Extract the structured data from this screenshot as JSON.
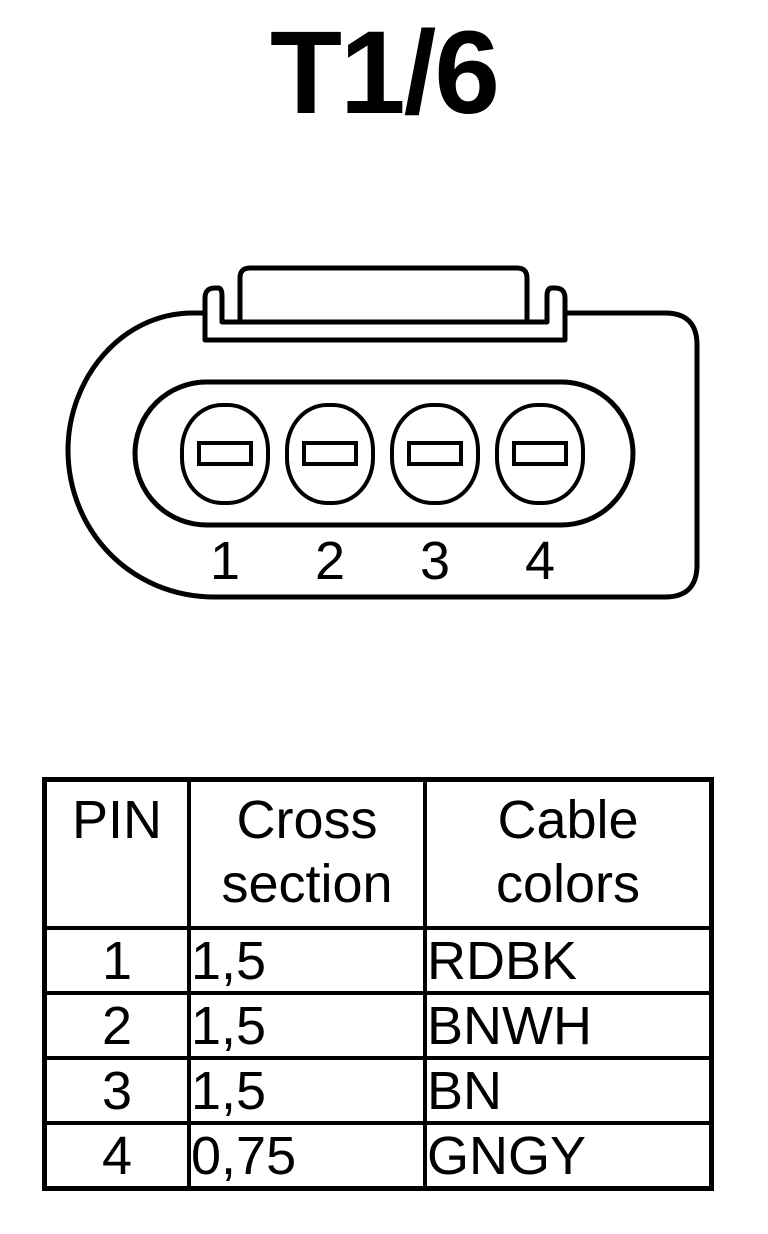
{
  "title": "T1/6",
  "connector": {
    "pin_labels": [
      "1",
      "2",
      "3",
      "4"
    ]
  },
  "table": {
    "headers": {
      "pin": "PIN",
      "cross_section": [
        "Cross",
        "section"
      ],
      "cable_colors": [
        "Cable",
        "colors"
      ]
    },
    "rows": [
      {
        "pin": "1",
        "cross_section": "1,5",
        "cable_color": "RDBK"
      },
      {
        "pin": "2",
        "cross_section": "1,5",
        "cable_color": "BNWH"
      },
      {
        "pin": "3",
        "cross_section": "1,5",
        "cable_color": "BN"
      },
      {
        "pin": "4",
        "cross_section": "0,75",
        "cable_color": "GNGY"
      }
    ]
  }
}
